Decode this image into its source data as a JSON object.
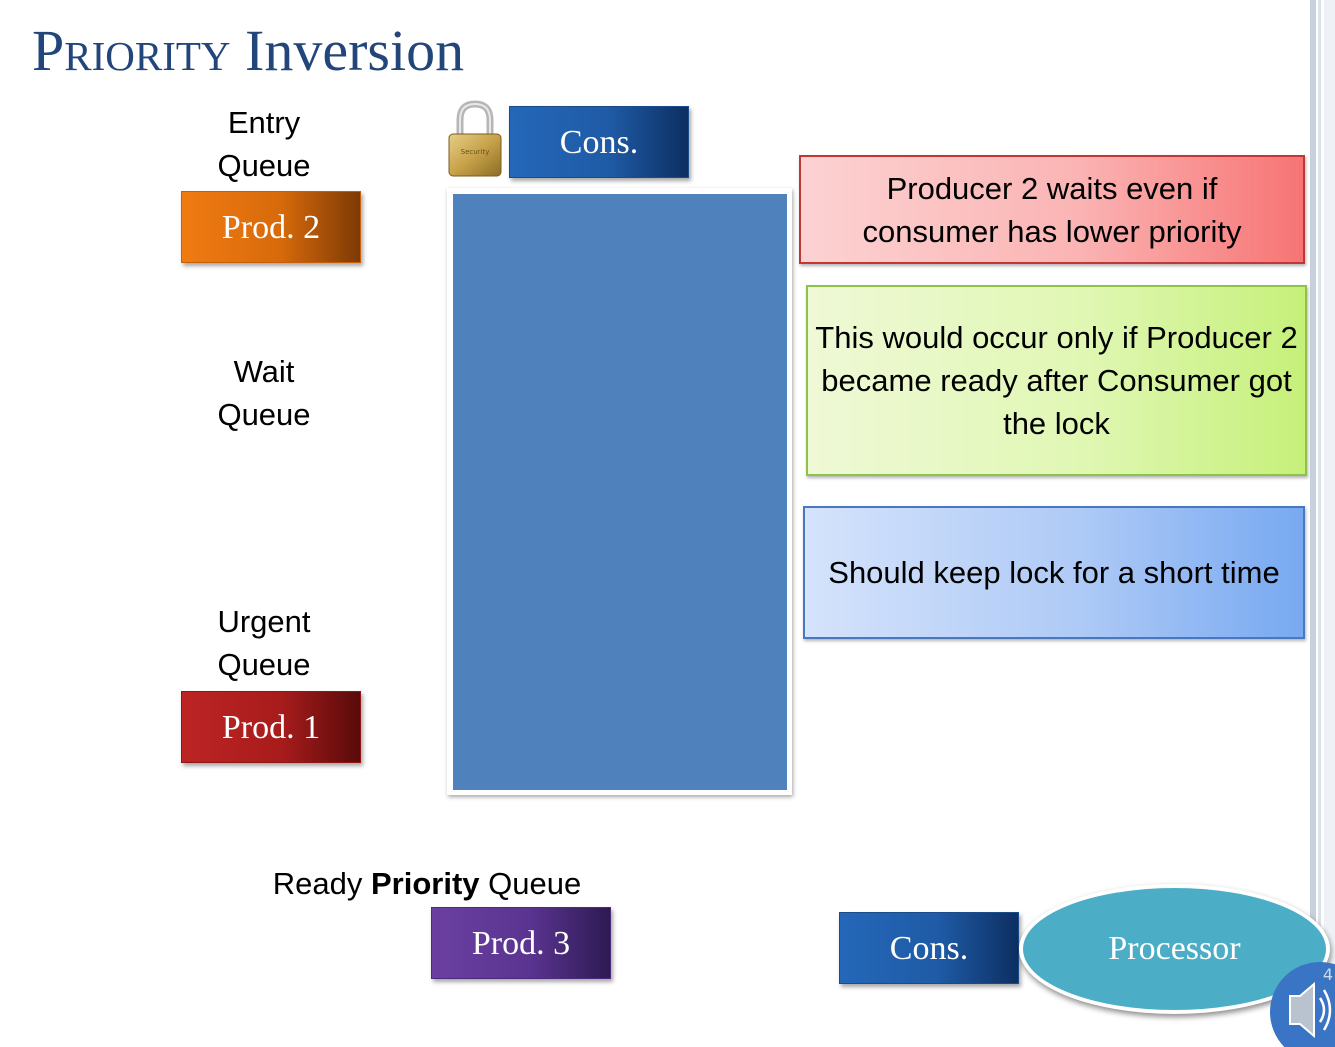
{
  "title": {
    "smallcaps": "Priority",
    "rest": "Inversion"
  },
  "queues": {
    "entry": {
      "line1": "Entry",
      "line2": "Queue",
      "process": "Prod. 2"
    },
    "wait": {
      "line1": "Wait",
      "line2": "Queue"
    },
    "urgent": {
      "line1": "Urgent",
      "line2": "Queue",
      "process": "Prod. 1"
    },
    "ready": {
      "pre": "Ready ",
      "bold": "Priority",
      "post": " Queue",
      "process": "Prod. 3"
    }
  },
  "monitor": {
    "owner": "Cons.",
    "lock_icon_label": "Security"
  },
  "callouts": {
    "red": "Producer 2 waits even if consumer has lower priority",
    "green": "This would occur only if Producer 2 became ready after Consumer got the lock",
    "blue": "Should keep lock for a short time"
  },
  "processor": {
    "label": "Processor",
    "running": "Cons."
  },
  "slide_number": "4",
  "colors": {
    "title": "#23467a",
    "monitor": "#4f81bd",
    "entry": "#f07b12",
    "urgent": "#bd2424",
    "ready": "#6a3fa0",
    "consumer": "#2467b8",
    "processor": "#4badc6"
  },
  "icons": {
    "lock": "padlock-icon",
    "audio": "speaker-icon"
  }
}
